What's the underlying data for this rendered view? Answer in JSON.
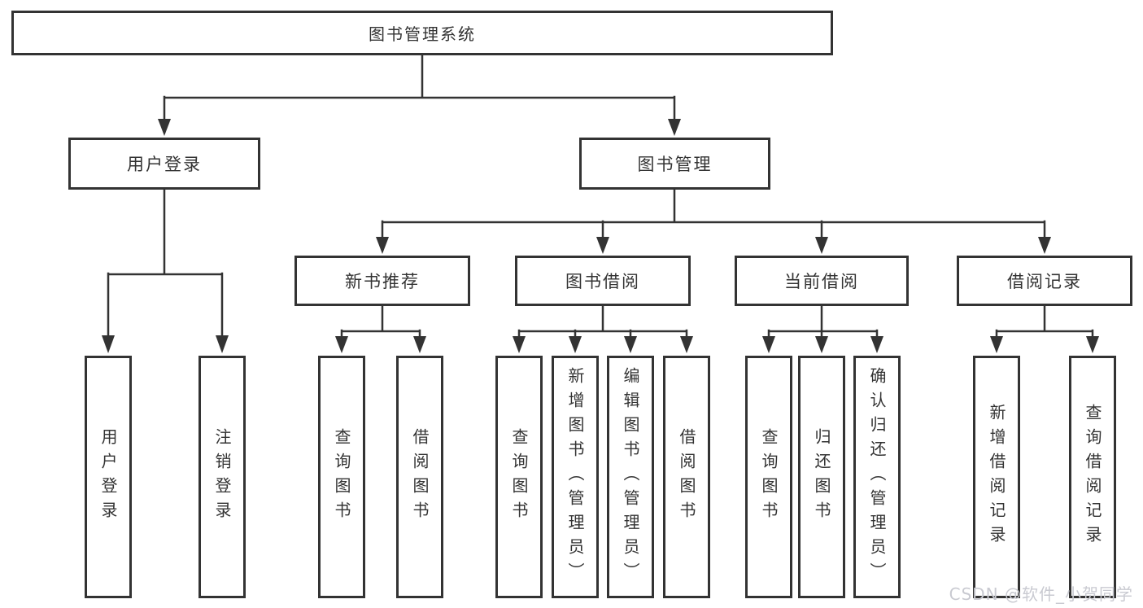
{
  "diagram": {
    "root": {
      "label": "图书管理系统"
    },
    "level2": [
      {
        "label": "用户登录"
      },
      {
        "label": "图书管理"
      }
    ],
    "level3": [
      {
        "label": "新书推荐",
        "parent": "图书管理"
      },
      {
        "label": "图书借阅",
        "parent": "图书管理"
      },
      {
        "label": "当前借阅",
        "parent": "图书管理"
      },
      {
        "label": "借阅记录",
        "parent": "图书管理"
      }
    ],
    "leaves": [
      {
        "label": "用户登录",
        "parent": "用户登录"
      },
      {
        "label": "注销登录",
        "parent": "用户登录"
      },
      {
        "label": "查询图书",
        "parent": "新书推荐"
      },
      {
        "label": "借阅图书",
        "parent": "新书推荐"
      },
      {
        "label": "查询图书",
        "parent": "图书借阅"
      },
      {
        "label": "新增图书（管理员）",
        "parent": "图书借阅"
      },
      {
        "label": "编辑图书（管理员）",
        "parent": "图书借阅"
      },
      {
        "label": "借阅图书",
        "parent": "图书借阅"
      },
      {
        "label": "查询图书",
        "parent": "当前借阅"
      },
      {
        "label": "归还图书",
        "parent": "当前借阅"
      },
      {
        "label": "确认归还（管理员）",
        "parent": "当前借阅"
      },
      {
        "label": "新增借阅记录",
        "parent": "借阅记录"
      },
      {
        "label": "查询借阅记录",
        "parent": "借阅记录"
      }
    ],
    "colors": {
      "line": "#333333",
      "border": "#333333",
      "text": "#333333",
      "background": "#ffffff",
      "watermark": "#c9cad1"
    }
  },
  "watermark": {
    "text": "CSDN @软件_小贺同学"
  }
}
